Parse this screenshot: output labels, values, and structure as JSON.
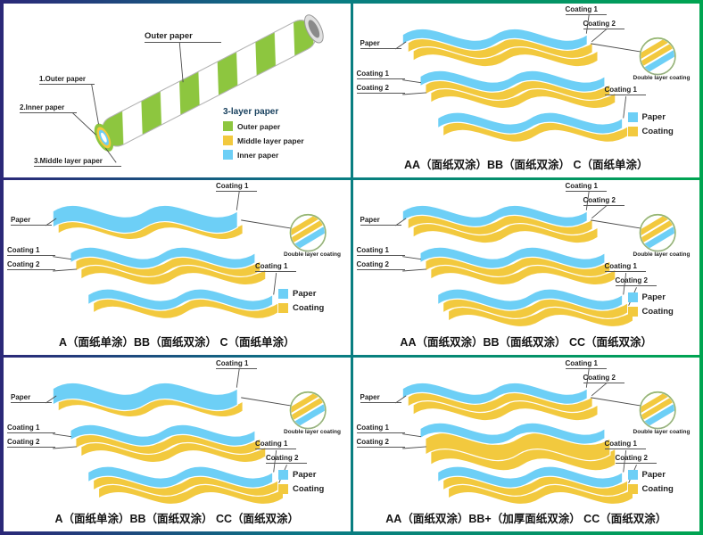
{
  "colors": {
    "paper_blue": "#6DCFF6",
    "coating_yellow": "#F2C93E",
    "straw_green": "#8DC63F",
    "border_gradient_start": "#2B2878",
    "border_gradient_end": "#00A551",
    "text": "#141414"
  },
  "straw_panel": {
    "callouts": {
      "outer_paper_top": "Outer paper",
      "outer_paper": "1.Outer paper",
      "inner_paper": "2.Inner paper",
      "middle_layer_paper": "3.Middle layer paper"
    },
    "legend": {
      "title": "3-layer paper",
      "items": [
        {
          "label": "Outer paper",
          "color": "#8DC63F"
        },
        {
          "label": "Middle layer paper",
          "color": "#F2C93E"
        },
        {
          "label": "Inner paper",
          "color": "#6DCFF6"
        }
      ]
    }
  },
  "shared": {
    "detail_label": "Double layer coating",
    "legend": [
      {
        "label": "Paper",
        "color": "#6DCFF6"
      },
      {
        "label": "Coating",
        "color": "#F2C93E"
      }
    ]
  },
  "wave_panels": [
    {
      "caption": "AA（面纸双涂）BB（面纸双涂） C（面纸单涂）",
      "left_labels": [
        "Paper",
        "Coating 1",
        "Coating 2"
      ],
      "top_right_labels": [
        "Coating 1",
        "Coating 2"
      ],
      "right_labels": [
        "Coating 1"
      ]
    },
    {
      "caption": "A（面纸单涂）BB（面纸双涂） C（面纸单涂）",
      "left_labels": [
        "Paper",
        "Coating 1",
        "Coating 2"
      ],
      "top_right_labels": [
        "Coating 1"
      ],
      "right_labels": [
        "Coating 1"
      ]
    },
    {
      "caption": "AA（面纸双涂）BB（面纸双涂） CC（面纸双涂）",
      "left_labels": [
        "Paper",
        "Coating 1",
        "Coating 2"
      ],
      "top_right_labels": [
        "Coating 1",
        "Coating 2"
      ],
      "right_labels": [
        "Coating 1",
        "Coating 2"
      ]
    },
    {
      "caption": "A（面纸单涂）BB（面纸双涂） CC（面纸双涂）",
      "left_labels": [
        "Paper",
        "Coating 1",
        "Coating 2"
      ],
      "top_right_labels": [
        "Coating 1"
      ],
      "right_labels": [
        "Coating 1",
        "Coating 2"
      ]
    },
    {
      "caption": "AA（面纸双涂）BB+（加厚面纸双涂） CC（面纸双涂）",
      "left_labels": [
        "Paper",
        "Coating 1",
        "Coating 2"
      ],
      "top_right_labels": [
        "Coating 1",
        "Coating 2"
      ],
      "right_labels": [
        "Coating 1",
        "Coating 2"
      ]
    }
  ]
}
